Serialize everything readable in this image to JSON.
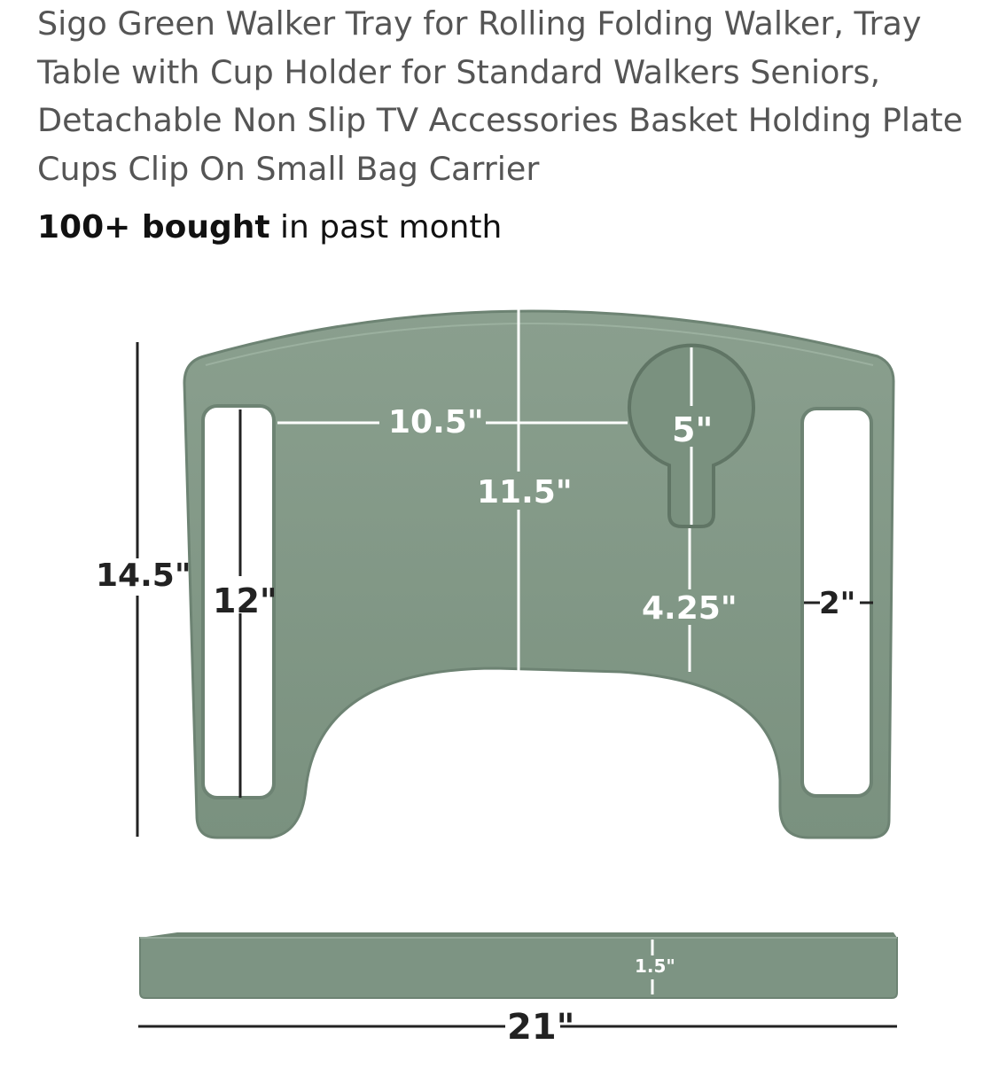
{
  "product": {
    "title": "Sigo Green Walker Tray for Rolling Folding Walker, Tray Table with Cup Holder for Standard Walkers Seniors, Detachable Non Slip TV Accessories Basket Holding Plate Cups Clip On Small Bag Carrier",
    "bought_bold": "100+ bought",
    "bought_rest": " in past month"
  },
  "image": {
    "tray_color": "#7d9483",
    "tray_edge_color": "#6a8070",
    "dimensions": {
      "total_height": "14.5\"",
      "slot_length": "12\"",
      "center_to_slot": "10.5\"",
      "center_depth": "11.5\"",
      "cup_holder": "5\"",
      "cup_to_edge": "4.25\"",
      "slot_width": "2\"",
      "thickness": "1.5\"",
      "total_width": "21\""
    }
  }
}
